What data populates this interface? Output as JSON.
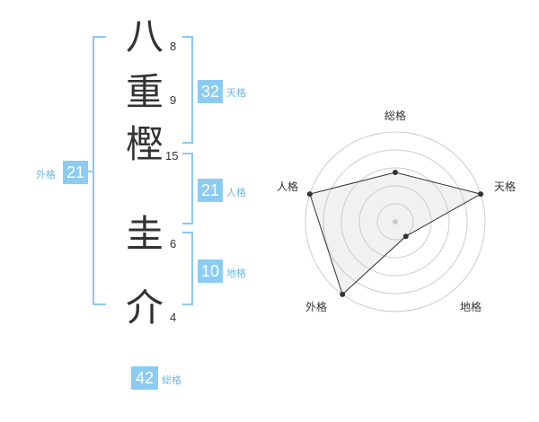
{
  "name": {
    "chars": [
      {
        "char": "八",
        "strokes": "8"
      },
      {
        "char": "重",
        "strokes": "9"
      },
      {
        "char": "樫",
        "strokes": "15"
      },
      {
        "char": "圭",
        "strokes": "6"
      },
      {
        "char": "介",
        "strokes": "4"
      }
    ]
  },
  "fortune": {
    "tenkaku": {
      "value": "32",
      "label": "天格"
    },
    "jinkaku": {
      "value": "21",
      "label": "人格"
    },
    "chikaku": {
      "value": "10",
      "label": "地格"
    },
    "gaikaku": {
      "value": "21",
      "label": "外格"
    },
    "soukaku": {
      "value": "42",
      "label": "総格"
    }
  },
  "colors": {
    "accent": "#8cccf2",
    "bracket": "#8cc8f0",
    "label": "#6fb7e6",
    "text": "#333333"
  },
  "chart_data": {
    "type": "radar",
    "axes": [
      "総格",
      "天格",
      "地格",
      "外格",
      "人格"
    ],
    "values": [
      0.55,
      1.0,
      0.2,
      1.0,
      1.0
    ],
    "rings": 5
  }
}
